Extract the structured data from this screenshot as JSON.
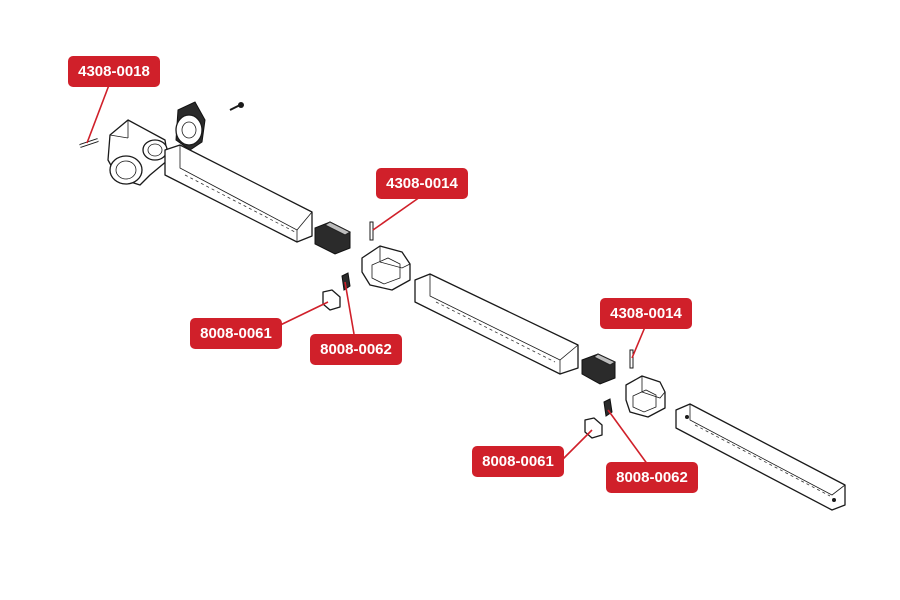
{
  "diagram": {
    "accent_color": "#d0202a",
    "labels": [
      {
        "id": "label-1",
        "text": "4308-0018"
      },
      {
        "id": "label-2",
        "text": "4308-0014"
      },
      {
        "id": "label-3",
        "text": "4308-0014"
      },
      {
        "id": "label-4",
        "text": "8008-0061"
      },
      {
        "id": "label-5",
        "text": "8008-0062"
      },
      {
        "id": "label-6",
        "text": "8008-0061"
      },
      {
        "id": "label-7",
        "text": "8008-0062"
      }
    ]
  }
}
